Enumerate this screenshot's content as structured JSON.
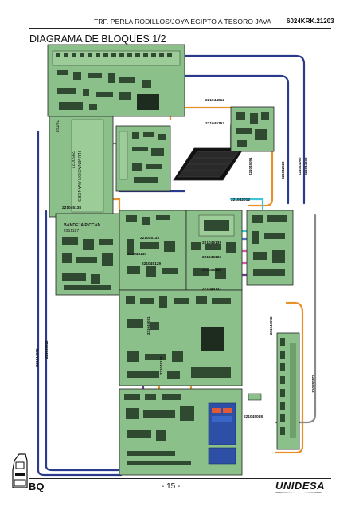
{
  "header": {
    "title": "TRF. PERLA RODILLOS/JOYA EGIPTO A TESORO JAVA",
    "code": "6024KRK.21203"
  },
  "page_title": "DIAGRAMA DE BLOQUES 1/2",
  "footer": {
    "left": "BQ",
    "page": "- 15 -",
    "brand": "UNIDESA"
  },
  "cables": {
    "c1": "221044012",
    "c2": "221045157",
    "c3": "221045138",
    "c4": "221042012",
    "c5": "221045139",
    "c6": "221045133",
    "c7": "221045136",
    "c8": "221045129",
    "c9": "221045130",
    "c10": "221045135",
    "c11": "221045131",
    "c12": "221042022",
    "c13": "221045091",
    "c14": "221045088",
    "c15": "221045092",
    "c16": "221044098",
    "c17": "221045022",
    "c18": "221045031",
    "c19": "221045126",
    "c20": "221044060",
    "c21": "221044032",
    "c22": "221045093"
  },
  "boards": {
    "tray_name": "BANDEJA PICCAN",
    "tray_code": "2951127",
    "power_label": "ILUMINACION AVANCES",
    "power_code": "2950022",
    "side_label": "P6/P02"
  }
}
